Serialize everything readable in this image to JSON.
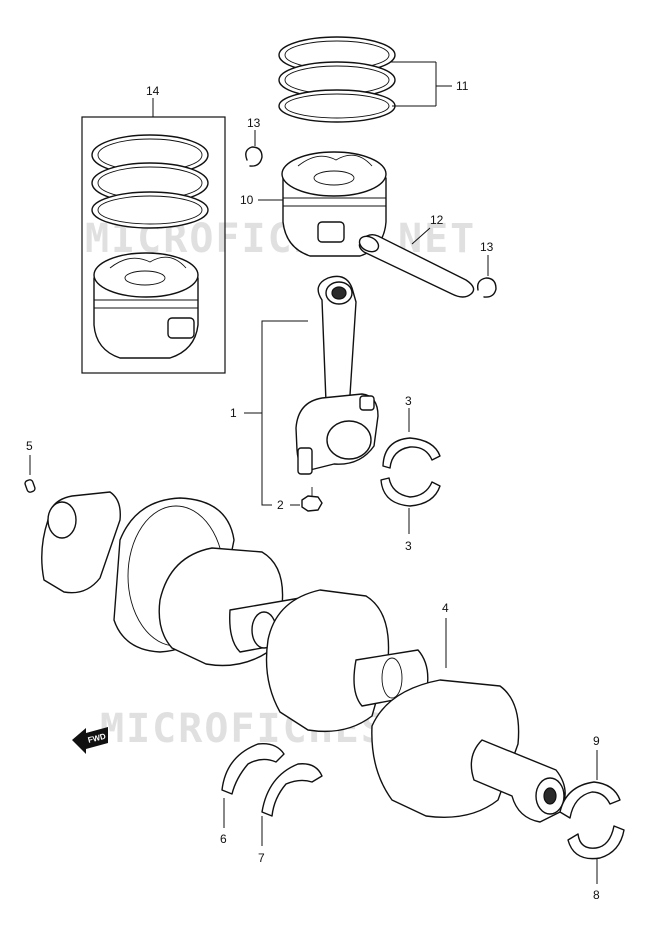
{
  "watermark": "MICROFICHES.NET",
  "fwd_label": "FWD",
  "callouts": {
    "c1": "1",
    "c2": "2",
    "c3a": "3",
    "c3b": "3",
    "c4": "4",
    "c5": "5",
    "c6": "6",
    "c7": "7",
    "c8": "8",
    "c9": "9",
    "c10": "10",
    "c11": "11",
    "c12": "12",
    "c13a": "13",
    "c13b": "13",
    "c14": "14"
  }
}
